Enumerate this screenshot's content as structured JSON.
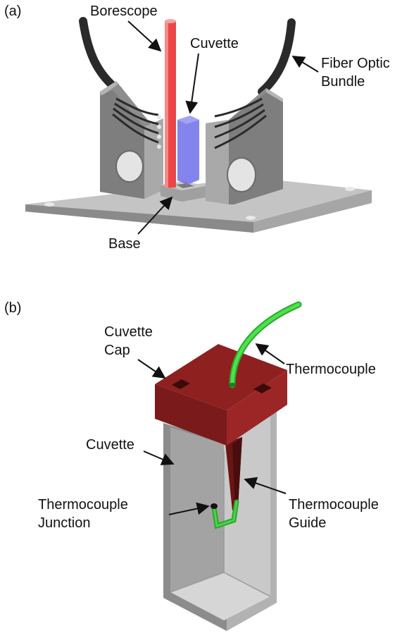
{
  "panels": [
    {
      "tag": "(a)",
      "labels": {
        "borescope": "Borescope",
        "cuvette": "Cuvette",
        "fiber_line1": "Fiber Optic",
        "fiber_line2": "Bundle",
        "base": "Base"
      }
    },
    {
      "tag": "(b)",
      "labels": {
        "cap_line1": "Cuvette",
        "cap_line2": "Cap",
        "thermocouple": "Thermocouple",
        "cuvette": "Cuvette",
        "junction_line1": "Thermocouple",
        "junction_line2": "Junction",
        "guide_line1": "Thermocouple",
        "guide_line2": "Guide"
      }
    }
  ],
  "colors": {
    "plate": "#b0b0b0",
    "holder": "#8f8f8f",
    "borescope": "#ee4b4b",
    "cuvette_a": "#7777ee",
    "fiber": "#2a2a2a",
    "cap": "#8b1e1e",
    "thermocouple": "#3ee03e",
    "cuvette_b": "#9a9a9a"
  }
}
